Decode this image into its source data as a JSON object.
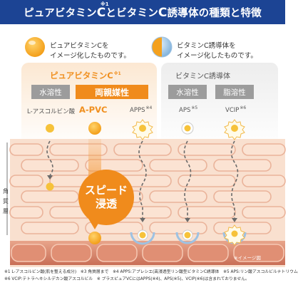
{
  "title": {
    "main_a": "ピュアビタミン",
    "main_c1": "C",
    "main_b": "とビタミン",
    "main_c2": "C",
    "main_c": "誘導体の種類と特徴",
    "footnote_mark": "※1"
  },
  "legend": {
    "pure_line1": "ピュアビタミンCを",
    "pure_line2": "イメージ化したものです。",
    "deriv_line1": "ビタミンC誘導体を",
    "deriv_line2": "イメージ化したものです。"
  },
  "groups": {
    "pure_label": "ピュアビタミンC",
    "pure_mark": "※1",
    "deriv_label": "ビタミンC誘導体"
  },
  "tags": {
    "water1": "水溶性",
    "amphi": "両親媒性",
    "water2": "水溶性",
    "fat": "脂溶性"
  },
  "columns": [
    {
      "name": "L-アスコルビン酸",
      "mark": ""
    },
    {
      "name": "A-PVC",
      "mark": ""
    },
    {
      "name": "APPS",
      "mark": "※4"
    },
    {
      "name": "APS",
      "mark": "※5"
    },
    {
      "name": "VCIP",
      "mark": "※6"
    }
  ],
  "skin_layer_label": [
    "角",
    "質",
    "層"
  ],
  "speed_badge": {
    "line1": "スピード",
    "line2": "浸透"
  },
  "image_note": "※イメージ図",
  "footnotes": {
    "line1": "※1 L-アスコルビン酸(肌を整える成分)　※3 角質層まで　※4 APPS:アプレシエ(高浸透型リン酸型ビタミンC誘導体　※5 APS:リン酸アスコルビルナトリウム",
    "line2": "※6 VCIP:テトラヘキシルデカン酸アスコルビル　※ ブラスピュアVCにはAPPS(※4)、APS(※5)、VCIP(※6)は含まれておりません。"
  },
  "colors": {
    "title_bg": "#1c4494",
    "accent_orange": "#f08b1c",
    "tag_gray": "#9c9c9c",
    "skin_fill": "#f6d2bd",
    "skin_dark": "#e3a78b",
    "vitc_yellow": "#f6c23a"
  }
}
